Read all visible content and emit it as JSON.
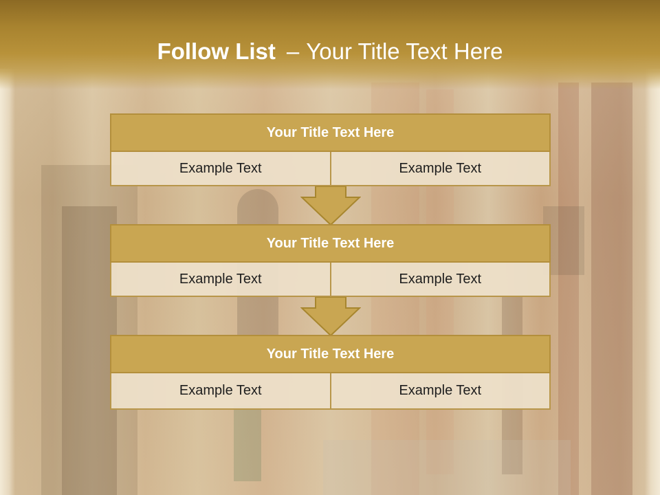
{
  "slide": {
    "title_bold": "Follow List",
    "title_separator": "–",
    "title_rest": "Your Title Text Here"
  },
  "colors": {
    "header": "#b8923a",
    "box_title_fill": "#c9a652",
    "box_border": "#b38f3c",
    "cell_fill": "#ecdfc8",
    "arrow_fill": "#c9a652"
  },
  "steps": [
    {
      "title": "Your Title Text Here",
      "left": "Example Text",
      "right": "Example Text"
    },
    {
      "title": "Your Title Text Here",
      "left": "Example Text",
      "right": "Example Text"
    },
    {
      "title": "Your Title Text Here",
      "left": "Example Text",
      "right": "Example Text"
    }
  ],
  "icons": {
    "connector": "down-arrow-icon"
  }
}
